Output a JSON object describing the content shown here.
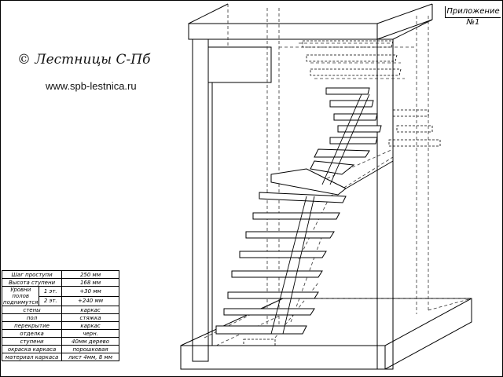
{
  "appendix_label": "Приложение №1",
  "brand": "© Лестницы С-Пб",
  "website": "www.spb-lestnica.ru",
  "spec_table": {
    "stride": {
      "label": "Шаг проступи",
      "value": "250 мм"
    },
    "riser": {
      "label": "Высота ступени",
      "value": "168 мм"
    },
    "floor_levels": {
      "label": "Уровни полов поднимутся",
      "rows": [
        {
          "floor": "1 эт.",
          "delta": "+30 мм"
        },
        {
          "floor": "2 эт.",
          "delta": "+240 мм"
        }
      ]
    },
    "walls": {
      "label": "стены",
      "value": "каркас"
    },
    "floors": {
      "label": "пол",
      "value": "стяжка"
    },
    "ceiling": {
      "label": "перекрытие",
      "value": "каркас"
    },
    "finish": {
      "label": "отделка",
      "value": "черн."
    },
    "steps": {
      "label": "ступени",
      "value": "40мм дерево"
    },
    "frame_paint": {
      "label": "окраска каркаса",
      "value": "порошковая"
    },
    "frame_material": {
      "label": "материал каркаса",
      "value": "лист 4мм, 8 мм"
    }
  },
  "colors": {
    "line": "#000000",
    "hidden_line": "#333333",
    "background": "#ffffff"
  }
}
